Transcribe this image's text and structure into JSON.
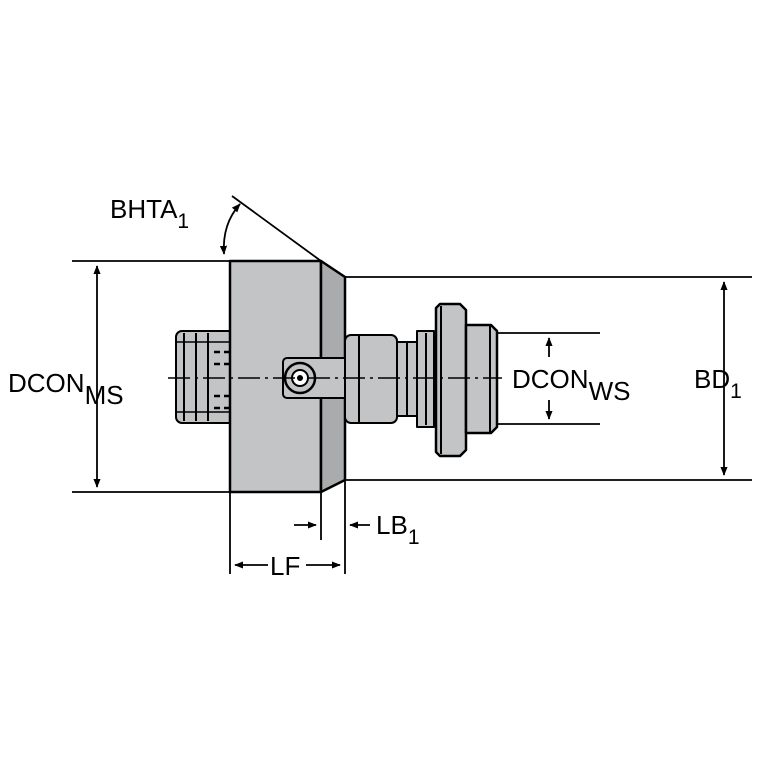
{
  "labels": {
    "bhta": {
      "main": "BHTA",
      "sub": "1"
    },
    "dcon_ms": {
      "main": "DCON",
      "sub": "MS"
    },
    "dcon_ws": {
      "main": "DCON",
      "sub": "WS"
    },
    "bd": {
      "main": "BD",
      "sub": "1"
    },
    "lb": {
      "main": "LB",
      "sub": "1"
    },
    "lf": {
      "main": "LF"
    }
  },
  "colors": {
    "line": "#000000",
    "body_fill": "#c2c4c6",
    "body_shade": "#a9abad",
    "background": "#ffffff"
  }
}
